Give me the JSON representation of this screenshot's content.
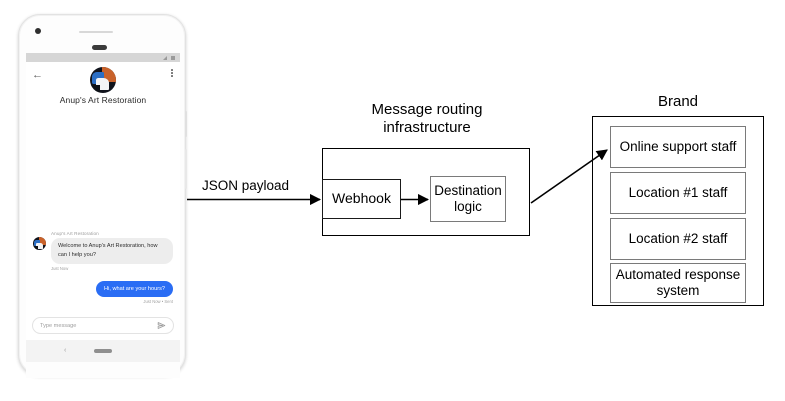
{
  "phone": {
    "status_bar": {
      "signal_icon": "signal-icon",
      "battery_icon": "battery-icon"
    },
    "app_bar": {
      "back_icon": "back-arrow-icon",
      "menu_icon": "kebab-menu-icon",
      "avatar": "brand-avatar",
      "title": "Anup's Art Restoration"
    },
    "conversation": [
      {
        "direction": "incoming",
        "sender": "Anup's Art Restoration",
        "text": "Welcome to Anup's Art Restoration, how can I help you?",
        "meta": "Just Now"
      },
      {
        "direction": "outgoing",
        "text": "Hi, what are your hours?",
        "meta": "Just Now • Sent"
      }
    ],
    "composer": {
      "placeholder": "Type message",
      "send_icon": "send-icon"
    },
    "nav_bar": {
      "back_icon": "nav-back-icon",
      "home_icon": "nav-home-pill-icon"
    }
  },
  "diagram": {
    "edges": [
      {
        "label": "JSON payload",
        "from": "phone",
        "to": "webhook"
      },
      {
        "label": "",
        "from": "webhook",
        "to": "destination-logic"
      },
      {
        "label": "",
        "from": "destination-logic",
        "to": "online-support-staff"
      }
    ],
    "infrastructure": {
      "title_line1": "Message routing",
      "title_line2": "infrastructure",
      "nodes": [
        {
          "id": "webhook",
          "label": "Webhook"
        },
        {
          "id": "destination-logic",
          "label": "Destination logic"
        }
      ]
    },
    "brand": {
      "title": "Brand",
      "items": [
        {
          "id": "online-support-staff",
          "label": "Online support staff"
        },
        {
          "id": "location-1-staff",
          "label": "Location #1 staff"
        },
        {
          "id": "location-2-staff",
          "label": "Location #2 staff"
        },
        {
          "id": "automated-response-system",
          "label": "Automated response system"
        }
      ]
    }
  },
  "colors": {
    "outgoing_bubble": "#2a6df4",
    "incoming_bubble": "#ededed",
    "stroke": "#000000",
    "gray_stroke": "#7a7a7a"
  }
}
